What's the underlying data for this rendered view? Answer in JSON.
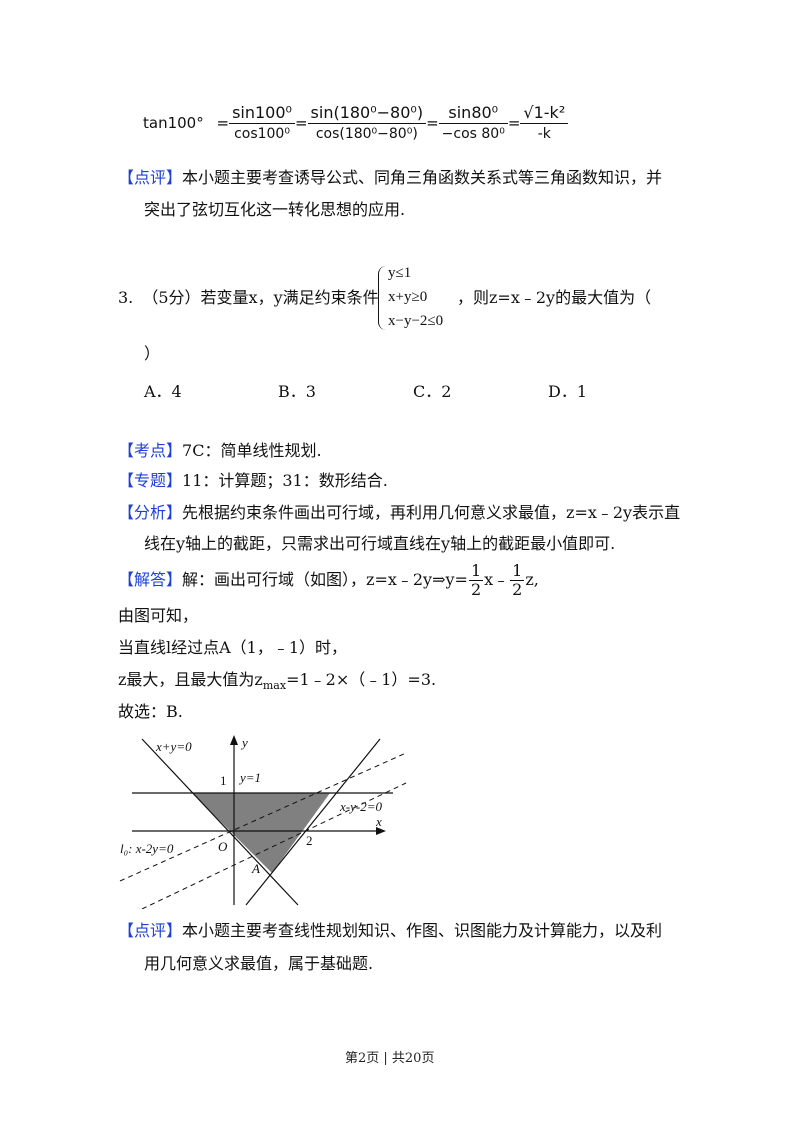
{
  "formula_tan": {
    "lhs": "tan100°",
    "eq": "=",
    "f1_num": "sin100⁰",
    "f1_den": "cos100⁰",
    "f2_num": "sin(180⁰−80⁰)",
    "f2_den": "cos(180⁰−80⁰)",
    "f3_num": "sin80⁰",
    "f3_den": "−cos 80⁰",
    "f4_num": "√1-k²",
    "f4_den": "-k"
  },
  "comment_prev": {
    "tag": "【点评】",
    "line1": "本小题主要考查诱导公式、同角三角函数关系式等三角函数知识，并",
    "line2": "突出了弦切互化这一转化思想的应用."
  },
  "question": {
    "number": "3.",
    "score": "（5分）若变量x，y满足约束条件",
    "constraint1": "y≤1",
    "constraint2": "x+y≥0",
    "constraint3": "x−y−2≤0",
    "tail": "，则z=x﹣2y的最大值为（",
    "close": "）",
    "options": [
      {
        "label": "A．4"
      },
      {
        "label": "B．3"
      },
      {
        "label": "C．2"
      },
      {
        "label": "D．1"
      }
    ]
  },
  "kaodian": {
    "tag": "【考点】",
    "text": "7C：简单线性规划."
  },
  "zhuanti": {
    "tag": "【专题】",
    "text": "11：计算题；31：数形结合."
  },
  "fenxi": {
    "tag": "【分析】",
    "line1": "先根据约束条件画出可行域，再利用几何意义求最值，z=x﹣2y表示直",
    "line2": "线在y轴上的截距，只需求出可行域直线在y轴上的截距最小值即可."
  },
  "jieda": {
    "tag": "【解答】",
    "prefix": "解：画出可行域（如图），z=x﹣2y⇒y=",
    "half1_num": "1",
    "half1_den": "2",
    "mid": "x﹣",
    "half2_num": "1",
    "half2_den": "2",
    "suffix": "z,"
  },
  "solution_lines": {
    "l1": "由图可知，",
    "l2": "当直线l经过点A（1，﹣1）时，",
    "l3_a": "z最大，且最大值为z",
    "l3_sub": "max",
    "l3_b": "=1﹣2×（﹣1）=3.",
    "l4": "故选：B."
  },
  "graph": {
    "label_xy0": "x+y=0",
    "label_y": "y",
    "label_1": "1",
    "label_y1": "y=1",
    "label_xy2": "x-y-2=0",
    "label_x": "x",
    "label_2": "2",
    "label_l0": "l₀: x-2y=0",
    "label_O": "O",
    "label_A": "A",
    "fill_color": "#808080"
  },
  "comment_q3": {
    "tag": "【点评】",
    "line1": "本小题主要考查线性规划知识、作图、识图能力及计算能力，以及利",
    "line2": "用几何意义求最值，属于基础题."
  },
  "footer": {
    "text": "第2页 | 共20页"
  }
}
